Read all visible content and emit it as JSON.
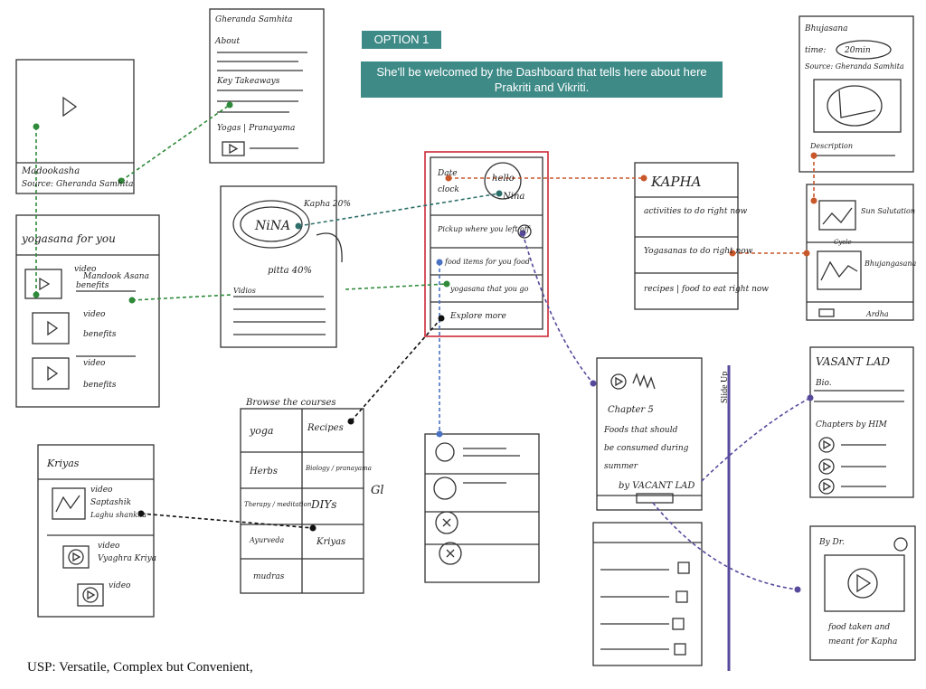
{
  "banner": {
    "option_label": "OPTION 1",
    "welcome_text": "She'll be welcomed by the Dashboard that tells here about here Prakriti and Vikriti."
  },
  "footer": {
    "usp": "USP: Versatile, Complex but Convenient,"
  },
  "slide_up_label": "Slide Up",
  "colors": {
    "teal_banner": "#3e8a87",
    "green_link": "#2f8a3a",
    "teal_link": "#2d6f6a",
    "orange_link": "#c8572a",
    "blue_link": "#4a72c2",
    "purple_link": "#574a9c",
    "black_link": "#111111",
    "dashboard_highlight": "#cc2a36"
  },
  "sketches": {
    "video_player": {
      "line1": "Madookasha",
      "line2": "Source: Gheranda Samhita"
    },
    "gheranda_detail": {
      "title": "Gheranda Samhita",
      "about": "About",
      "takeaways": "Key Takeaways",
      "yogas": "Yogas | Pranayama"
    },
    "yogasana_list": {
      "title": "yogasana for you",
      "item1a": "video",
      "item1b": "Mandook Asana",
      "item1c": "benefits",
      "item2a": "video",
      "item2b": "benefits",
      "item3a": "video",
      "item3b": "benefits"
    },
    "profile": {
      "name": "NiNA",
      "kapha": "Kapha 20%",
      "pitta": "pitta 40%",
      "label": "Vidios"
    },
    "dashboard": {
      "date": "Date",
      "clock": "clock",
      "hello": "hello",
      "name": "Nina",
      "pickup": "Pickup where you left off",
      "food": "food items for you food",
      "yogasana": "yogasana that you go",
      "explore": "Explore more"
    },
    "kapha": {
      "title": "KAPHA",
      "activities": "activities to do right now",
      "yogasanas": "Yogasanas to do right now",
      "recipes": "recipes | food to eat right now"
    },
    "bhujangasana": {
      "title": "Bhujasana",
      "time": "time:",
      "time_value": "20min",
      "source": "Source: Gheranda Samhita",
      "description": "Description"
    },
    "sun_salutation": {
      "item1": "Sun Salutation",
      "item2": "Cycle",
      "item3": "Bhujangasana",
      "item4": "Ardha"
    },
    "chapter": {
      "chapter": "Chapter 5",
      "text1": "Foods that should",
      "text2": "be consumed during",
      "text3": "summer",
      "author": "by VACANT LAD"
    },
    "vasant_lad": {
      "title": "VASANT LAD",
      "bio": "Bio.",
      "chapters": "Chapters by HIM"
    },
    "dr_video": {
      "label": "By Dr.",
      "caption1": "food taken and",
      "caption2": "meant for Kapha"
    },
    "browse": {
      "title": "Browse the courses",
      "cells": [
        "yoga",
        "Recipes",
        "Herbs",
        "Biology / pranayama",
        "Therapy / meditation",
        "DIYs",
        "Ayurveda",
        "Kriyas",
        "mudras"
      ],
      "side": "Gl"
    },
    "kriyas": {
      "title": "Kriyas",
      "item1a": "video",
      "item1b": "Saptashik",
      "item1c": "Laghu shankha",
      "item2a": "video",
      "item2b": "Vyaghra Kriya",
      "item3a": "video"
    }
  }
}
